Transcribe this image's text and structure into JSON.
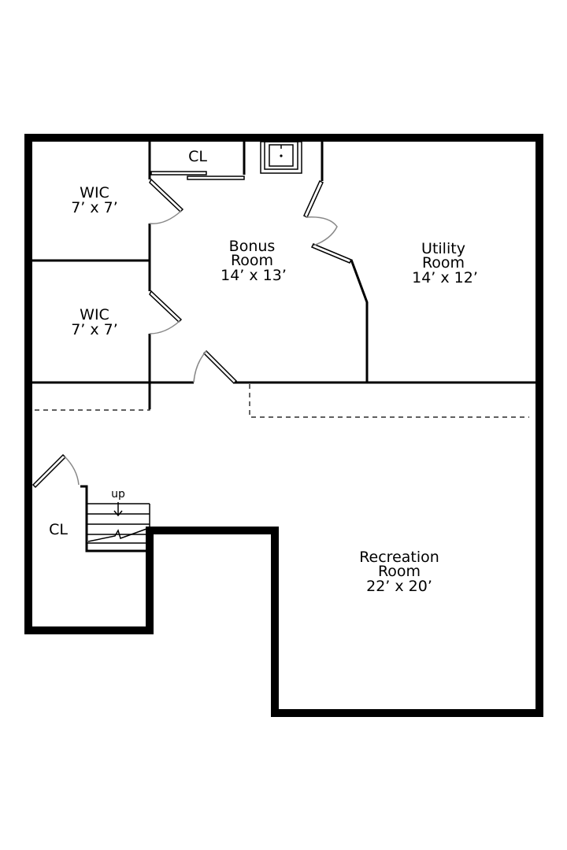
{
  "rooms": {
    "wic_upper": {
      "name": "WIC",
      "size": "7’ x 7’"
    },
    "wic_lower": {
      "name": "WIC",
      "size": "7’ x 7’"
    },
    "closet_top": {
      "name": "CL"
    },
    "bonus": {
      "name_line1": "Bonus",
      "name_line2": "Room",
      "size": "14’ x 13’"
    },
    "utility": {
      "name_line1": "Utility",
      "name_line2": "Room",
      "size": "14’ x 12’"
    },
    "closet_stair": {
      "name": "CL"
    },
    "recreation": {
      "name_line1": "Recreation",
      "name_line2": "Room",
      "size": "22’ x 20’"
    }
  },
  "stairs": {
    "direction_label": "up"
  }
}
